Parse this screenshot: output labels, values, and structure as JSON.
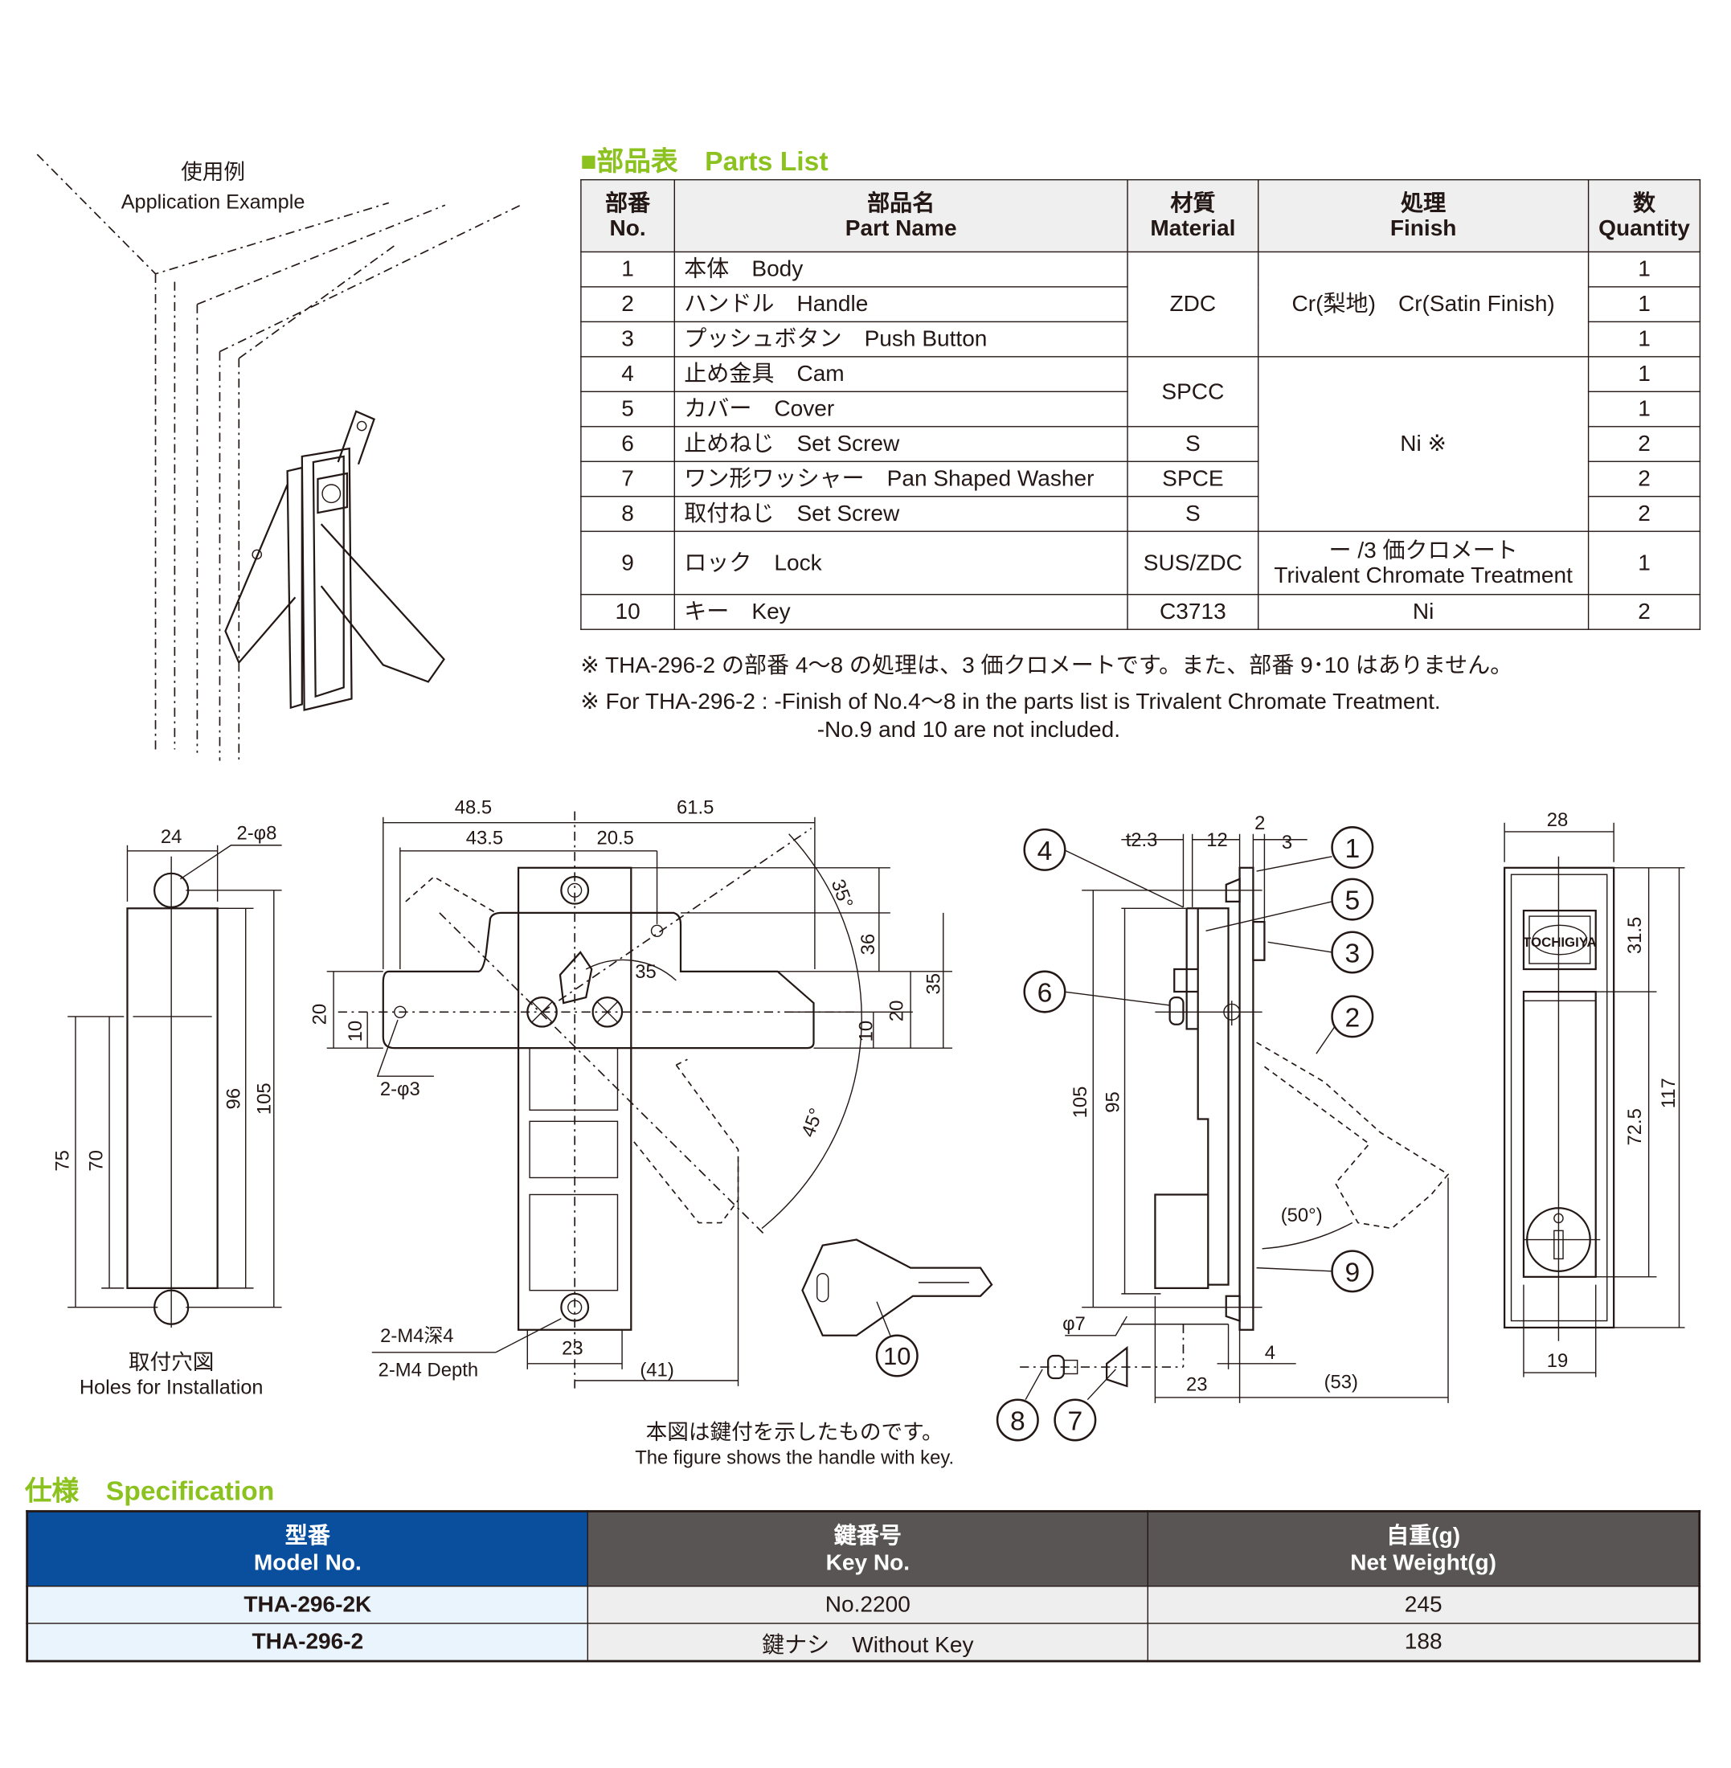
{
  "colors": {
    "accent_green": "#8cc21f",
    "model_header_blue": "#0a4f9e",
    "header_gray": "#5a5555",
    "model_cell_bg": "#e9f4fc",
    "cell_bg": "#eeeeee"
  },
  "parts_list": {
    "title": "■部品表　Parts List",
    "headers": [
      {
        "ja": "部番",
        "en": "No."
      },
      {
        "ja": "部品名",
        "en": "Part Name"
      },
      {
        "ja": "材質",
        "en": "Material"
      },
      {
        "ja": "処理",
        "en": "Finish"
      },
      {
        "ja": "数",
        "en": "Quantity"
      }
    ],
    "rows": [
      {
        "no": "1",
        "name": "本体　Body",
        "qty": "1"
      },
      {
        "no": "2",
        "name": "ハンドル　Handle",
        "qty": "1"
      },
      {
        "no": "3",
        "name": "プッシュボタン　Push Button",
        "qty": "1"
      },
      {
        "no": "4",
        "name": "止め金具　Cam",
        "qty": "1"
      },
      {
        "no": "5",
        "name": "カバー　Cover",
        "qty": "1"
      },
      {
        "no": "6",
        "name": "止めねじ　Set Screw",
        "qty": "2"
      },
      {
        "no": "7",
        "name": "ワン形ワッシャー　Pan Shaped Washer",
        "qty": "2"
      },
      {
        "no": "8",
        "name": "取付ねじ　Set Screw",
        "qty": "2"
      },
      {
        "no": "9",
        "name": "ロック　Lock",
        "qty": "1"
      },
      {
        "no": "10",
        "name": "キー　Key",
        "qty": "2"
      }
    ],
    "materials": {
      "m1_3": "ZDC",
      "m4_5": "SPCC",
      "m6": "S",
      "m7": "SPCE",
      "m8": "S",
      "m9": "SUS/ZDC",
      "m10": "C3713"
    },
    "finishes": {
      "f1_3": "Cr(梨地)　Cr(Satin Finish)",
      "f4_8": "Ni ※",
      "f9_ja": "ー /3 価クロメート",
      "f9_en": "Trivalent Chromate Treatment",
      "f10": "Ni"
    },
    "notes": [
      "※ THA-296-2 の部番 4〜8 の処理は、3 価クロメートです。また、部番 9･10 はありません。",
      "※ For THA-296-2 : -Finish of No.4〜8 in the parts list is Trivalent Chromate Treatment.",
      "-No.9 and 10 are not included."
    ]
  },
  "application_example": {
    "ja": "使用例",
    "en": "Application Example"
  },
  "holes_view": {
    "caption_ja": "取付穴図",
    "caption_en": "Holes for Installation",
    "dims": [
      "24",
      "2-φ8",
      "96",
      "105",
      "75",
      "70"
    ]
  },
  "front_view": {
    "dims": [
      "48.5",
      "61.5",
      "43.5",
      "20.5",
      "35°",
      "36",
      "35",
      "35",
      "20",
      "10",
      "20",
      "10",
      "2-φ3",
      "45°",
      "2-M4深4",
      "2-M4 Depth",
      "23",
      "(41)"
    ],
    "caption_ja": "本図は鍵付を示したものです。",
    "caption_en": "The figure shows the handle with key."
  },
  "side_view": {
    "dims": [
      "t2.3",
      "12",
      "2",
      "3",
      "105",
      "95",
      "φ7",
      "(50°)",
      "4",
      "23",
      "(53)"
    ]
  },
  "right_view": {
    "dims": [
      "28",
      "31.5",
      "117",
      "72.5",
      "19"
    ],
    "logo_text": "TOCHIGIYA"
  },
  "callouts": [
    "1",
    "2",
    "3",
    "4",
    "5",
    "6",
    "7",
    "8",
    "9",
    "10"
  ],
  "specification": {
    "title": "仕様　Specification",
    "headers": [
      {
        "ja": "型番",
        "en": "Model No."
      },
      {
        "ja": "鍵番号",
        "en": "Key No."
      },
      {
        "ja": "自重(g)",
        "en": "Net Weight(g)"
      }
    ],
    "rows": [
      {
        "model": "THA-296-2K",
        "key": "No.2200",
        "weight": "245"
      },
      {
        "model": "THA-296-2",
        "key": "鍵ナシ　Without Key",
        "weight": "188"
      }
    ]
  }
}
